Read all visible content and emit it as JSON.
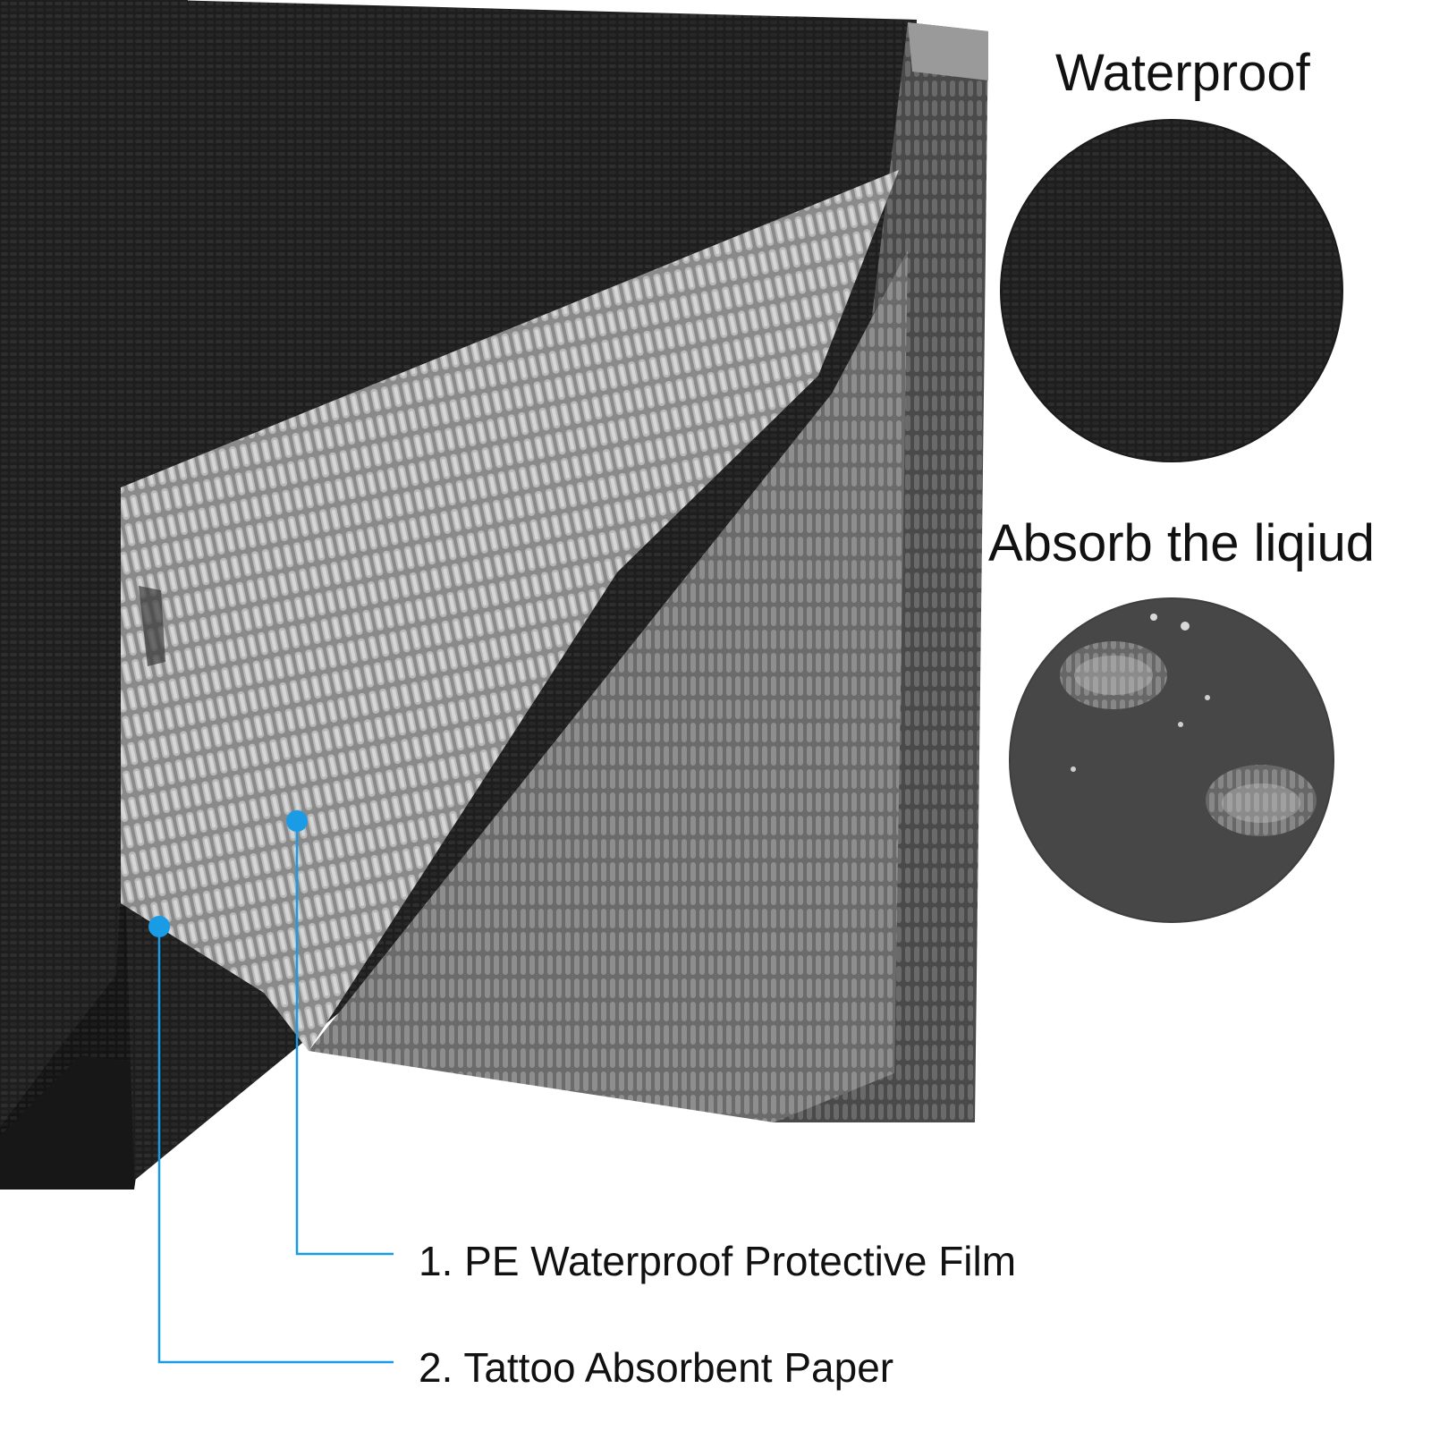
{
  "headings": {
    "waterproof": "Waterproof",
    "absorb": "Absorb the liqiud"
  },
  "callouts": {
    "layer_1": "1. PE Waterproof Protective Film",
    "layer_2": "2. Tattoo Absorbent Paper"
  },
  "colors": {
    "accent": "#1a9be6",
    "text": "#111111"
  },
  "icons": {
    "marker": "dot-marker"
  }
}
